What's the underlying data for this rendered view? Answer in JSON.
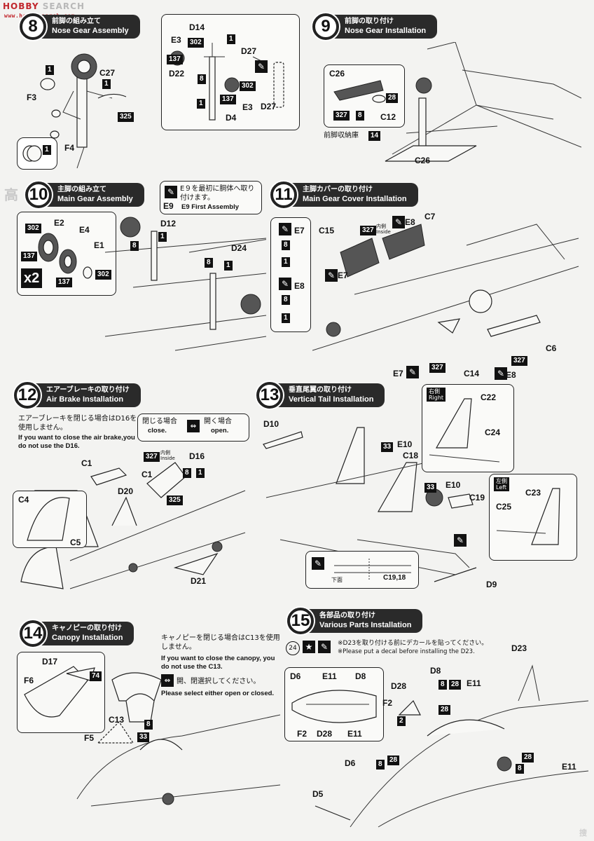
{
  "watermark": {
    "brand_a": "HOBBY",
    "brand_b": "SEARCH",
    "site": "www.hobbysearch.com",
    "letters": "高",
    "corner": "搜"
  },
  "steps": {
    "s8": {
      "num": "8",
      "jp": "前脚の組み立て",
      "en": "Nose Gear Assembly"
    },
    "s9": {
      "num": "9",
      "jp": "前脚の取り付け",
      "en": "Nose Gear Installation"
    },
    "s10": {
      "num": "10",
      "jp": "主脚の組み立て",
      "en": "Main Gear Assembly"
    },
    "s11": {
      "num": "11",
      "jp": "主脚カバーの取り付け",
      "en": "Main Gear Cover Installation"
    },
    "s12": {
      "num": "12",
      "jp": "エアーブレーキの取り付け",
      "en": "Air Brake Installation"
    },
    "s13": {
      "num": "13",
      "jp": "垂直尾翼の取り付け",
      "en": "Vertical Tail Installation"
    },
    "s14": {
      "num": "14",
      "jp": "キャノピーの取り付け",
      "en": "Canopy Installation"
    },
    "s15": {
      "num": "15",
      "jp": "各部品の取り付け",
      "en": "Various Parts Installation"
    }
  },
  "s8_labels": [
    "C27",
    "F3",
    "F4",
    "D14",
    "E3",
    "D22",
    "D27",
    "E3",
    "D4",
    "D27"
  ],
  "s8_chips": [
    "1",
    "1",
    "325",
    "1",
    "302",
    "137",
    "8",
    "1",
    "137",
    "302"
  ],
  "s9_labels": [
    "C26",
    "C12",
    "C26"
  ],
  "s9_chips": [
    "28",
    "327",
    "8",
    "14"
  ],
  "s9_note": "前脚収納庫",
  "s10_note_jp": "E９を最初に胴体へ取り付けます。",
  "s10_note_en": "E9 First Assembly",
  "s10_note_part": "E9",
  "s10_labels": [
    "E2",
    "E4",
    "E1",
    "D12",
    "D24"
  ],
  "s10_chips": [
    "302",
    "137",
    "137",
    "302",
    "8",
    "1",
    "8",
    "1"
  ],
  "s10_x2": "x2",
  "s11_labels": [
    "E7",
    "E8",
    "C15",
    "C7",
    "E8",
    "E7",
    "C6",
    "E7",
    "C14",
    "E8"
  ],
  "s11_chips": [
    "8",
    "1",
    "8",
    "1",
    "327",
    "327",
    "327"
  ],
  "s11_inside": "内側\nInside",
  "s12_note_jp": "エアーブレーキを閉じる場合はD16を使用しません。",
  "s12_note_en": "If you want to close the air brake,you do not use the D16.",
  "s12_close_jp": "閉じる場合",
  "s12_close_en": "close.",
  "s12_open_jp": "開く場合",
  "s12_open_en": "open.",
  "s12_labels": [
    "C1",
    "C1",
    "D16",
    "D20",
    "C4",
    "C5",
    "D21"
  ],
  "s12_chips": [
    "327",
    "8",
    "1",
    "325"
  ],
  "s13_labels": [
    "D10",
    "E10",
    "C18",
    "E10",
    "C19",
    "D9",
    "C22",
    "C24",
    "C23",
    "C25",
    "C19,18"
  ],
  "s13_chips": [
    "33",
    "33"
  ],
  "s13_right": "右側\nRight",
  "s13_left": "左側\nLeft",
  "s13_down": "下面",
  "s14_note_jp": "キャノピーを閉じる場合はC13を使用しません。",
  "s14_note_en": "If you want to close the canopy, you do not use the C13.",
  "s14_sel_jp": "開、閉選択してください。",
  "s14_sel_en": "Please select either open or closed.",
  "s14_labels": [
    "D17",
    "F6",
    "C13",
    "F5"
  ],
  "s14_chips": [
    "74",
    "8",
    "33"
  ],
  "s15_note_jp": "※D23を取り付ける前にデカールを貼ってください。",
  "s15_note_en": "※Please put a decal before installing the D23.",
  "s15_decal": "24",
  "s15_labels": [
    "D6",
    "E11",
    "D8",
    "F2",
    "D28",
    "E11",
    "D28",
    "D8",
    "E11",
    "F2",
    "D6",
    "D23",
    "E11",
    "D5"
  ],
  "s15_chips": [
    "2",
    "8",
    "28",
    "28",
    "8",
    "28",
    "28",
    "8"
  ],
  "colors": {
    "bar": "#2a2a2a",
    "chip": "#111111",
    "paper": "#f3f3f1"
  }
}
